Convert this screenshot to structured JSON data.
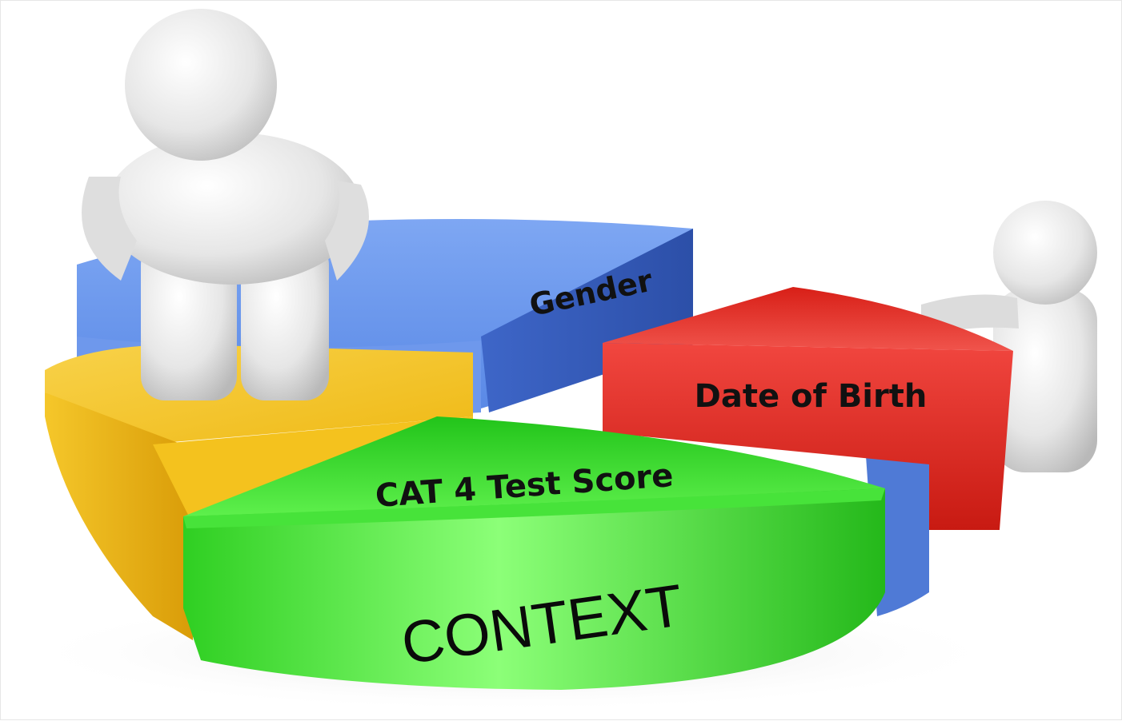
{
  "labels": {
    "gender": "Gender",
    "date_of_birth": "Date of Birth",
    "cat4": "CAT 4 Test Score",
    "context": "CONTEXT"
  },
  "colors": {
    "blue_slice": "#4f7fe0",
    "red_slice": "#e8352c",
    "yellow_slice": "#f2c320",
    "green_slice": "#3bdf28",
    "figure": "#e9e9e9"
  },
  "icons": {
    "large_figure": "person-figure-icon",
    "small_figure": "person-figure-icon"
  }
}
